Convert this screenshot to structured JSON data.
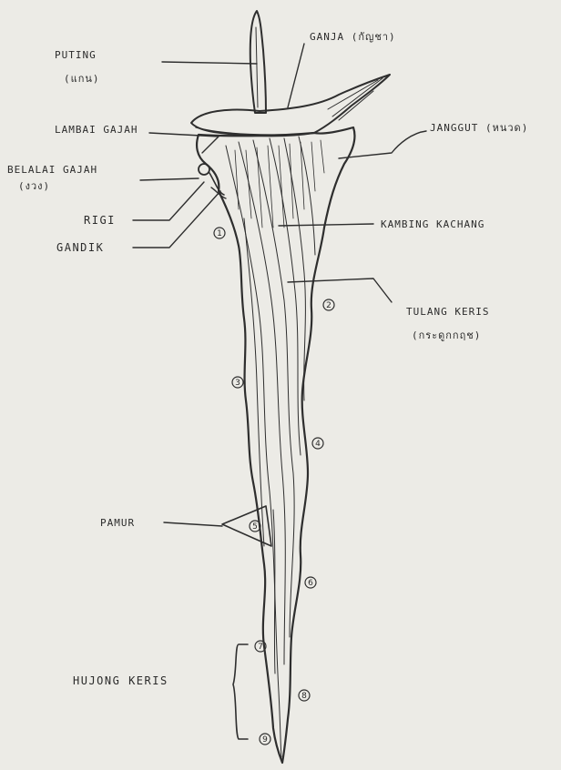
{
  "diagram": {
    "labels": {
      "puting": "PUTING",
      "puting_thai": "(แกน)",
      "ganja": "GANJA (กัญชา)",
      "lambai_gajah": "LAMBAI GAJAH",
      "belalai_gajah": "BELALAI GAJAH",
      "belalai_thai": "(งวง)",
      "rigi": "RIGI",
      "gandik": "GANDIK",
      "janggut": "JANGGUT (หนวด)",
      "kambing_kachang": "KAMBING KACHANG",
      "tulang_keris": "TULANG KERIS",
      "tulang_keris_thai": "(กระดูกกฤช)",
      "pamur": "PAMUR",
      "hujong_keris": "HUJONG KERIS"
    },
    "markers": [
      "1",
      "2",
      "3",
      "4",
      "5",
      "6",
      "7",
      "8",
      "9"
    ]
  }
}
